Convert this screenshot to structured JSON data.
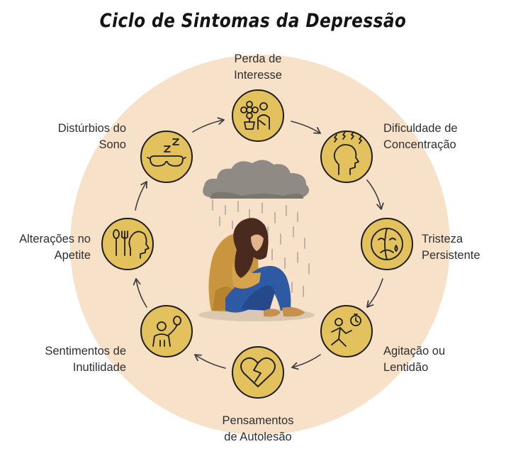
{
  "title": "Ciclo de Sintomas da Depressão",
  "colors": {
    "background_circle": "#f7e2c9",
    "node_fill": "#e3c15c",
    "node_stroke": "#1e1e1e",
    "arrow": "#3f3f3f",
    "cloud": "#8f8a84",
    "rain": "#a9a39c",
    "sweater": "#c9963f",
    "jeans": "#2e5aa3",
    "hair": "#4a2a1e"
  },
  "symptoms": [
    {
      "id": "perda",
      "lines": [
        "Perda de",
        "Interesse"
      ],
      "icon": "flower-hobbies-icon"
    },
    {
      "id": "concentracao",
      "lines": [
        "Dificuldade de",
        "Concentração"
      ],
      "icon": "distracted-head-icon"
    },
    {
      "id": "tristeza",
      "lines": [
        "Tristeza",
        "Persistente"
      ],
      "icon": "sad-face-icon"
    },
    {
      "id": "agitacao",
      "lines": [
        "Agitação ou",
        "Lentidão"
      ],
      "icon": "running-stopwatch-icon"
    },
    {
      "id": "autolesao",
      "lines": [
        "Pensamentos",
        "de Autolesão"
      ],
      "icon": "broken-heart-icon"
    },
    {
      "id": "inutilidade",
      "lines": [
        "Sentimentos de",
        "Inutilidade"
      ],
      "icon": "person-balloon-icon"
    },
    {
      "id": "apetite",
      "lines": [
        "Alterações no",
        "Apetite"
      ],
      "icon": "fork-knife-head-icon"
    },
    {
      "id": "sono",
      "lines": [
        "Distúrbios do",
        "Sono"
      ],
      "icon": "sleep-mask-icon"
    }
  ],
  "illustration": {
    "icons": [
      "rain-cloud-icon",
      "sad-woman-illustration"
    ]
  }
}
